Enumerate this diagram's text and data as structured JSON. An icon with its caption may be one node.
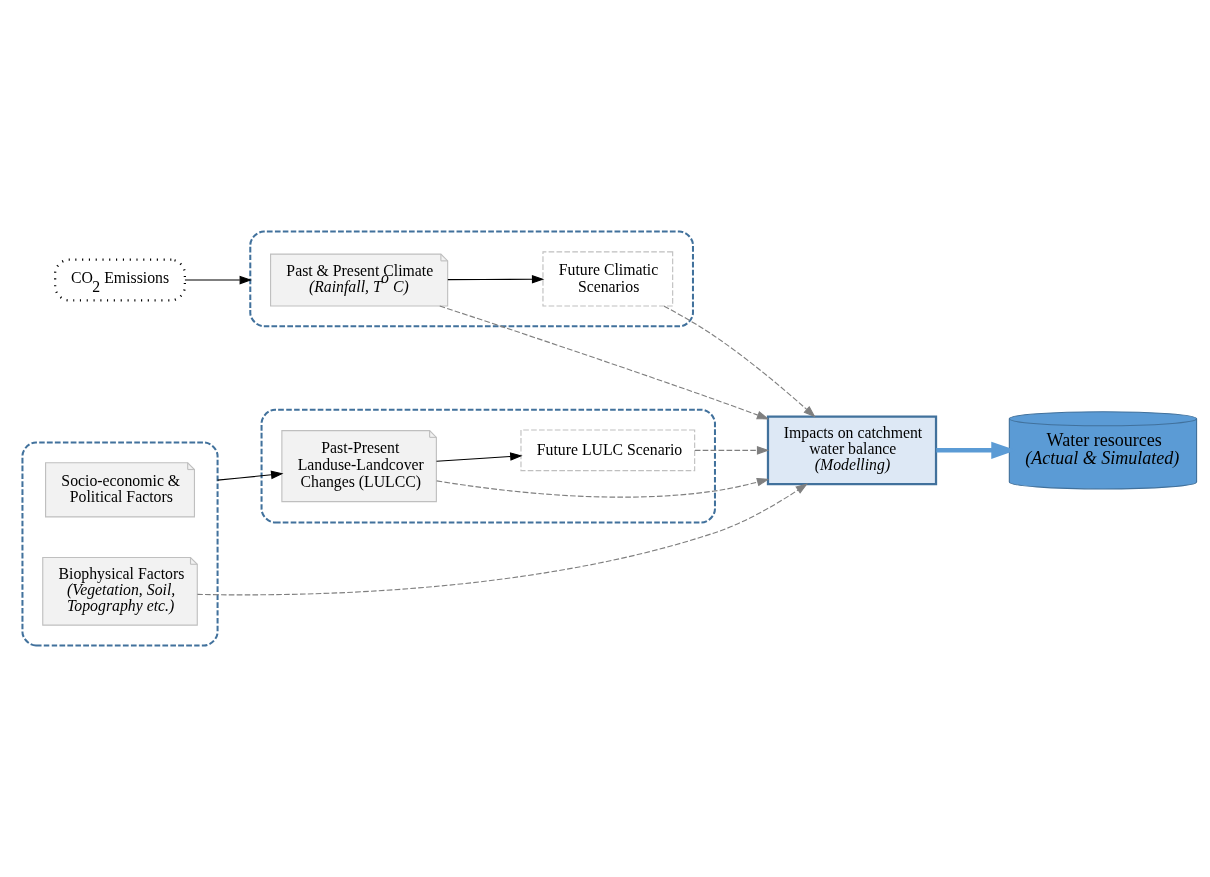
{
  "diagram": {
    "nodes": [
      {
        "text": [
          "CO$_{2}$ Emissions"
        ]
      },
      {
        "text": [],
        "shape": "box"
      },
      {
        "text": [
          "Past & Present Climate *(Rainfall, T$^{o}$ C)*"
        ],
        "in": 1
      },
      {
        "text": [
          "Future Climatic Scenarios"
        ],
        "in": 1
      },
      {
        "text": [],
        "shape": "box"
      },
      {
        "text": [
          "Socio-economic & Political Factors"
        ],
        "in": 4
      },
      {
        "text": [
          "Biophysical Factors *(Vegetation, Soil, Topography etc.)*"
        ],
        "in": 4
      },
      {
        "text": [
          "Impacts on catchment water balance *(Modelling)*"
        ]
      },
      {
        "text": [
          "Water resources *(Actual & Simulated)*"
        ]
      },
      {
        "text": [],
        "shape": "box"
      },
      {
        "text": [
          "Past-Present Landuse-Landcover Changes (LULCC)"
        ],
        "in": 9
      },
      {
        "text": [
          "Future LULC Scenario"
        ],
        "in": 9
      }
    ],
    "edges": [
      {
        "from": 0,
        "to": 1,
        "arrow": "to",
        "color": "#000000"
      },
      {
        "from": 2,
        "to": 3,
        "arrow": "to",
        "color": "#000000"
      },
      {
        "from": 2,
        "to": 7,
        "arrow": "to",
        "style": "dashed"
      },
      {
        "from": 3,
        "to": 7,
        "arrow": "to",
        "style": "dashed"
      },
      {
        "from": 6,
        "to": 7,
        "arrow": "to",
        "style": "dashed"
      },
      {
        "from": 4,
        "to": 10,
        "arrow": "to",
        "color": "#000000"
      },
      {
        "from": 10,
        "to": 7,
        "arrow": "to",
        "style": "dashed"
      },
      {
        "from": 11,
        "to": 7,
        "arrow": "to",
        "style": "dashed"
      },
      {
        "from": 10,
        "to": 11,
        "arrow": "to",
        "color": "#000000"
      },
      {
        "from": 7,
        "to": 8,
        "arrow": "to",
        "style": "thick",
        "color": "#5b9bd5"
      }
    ]
  }
}
